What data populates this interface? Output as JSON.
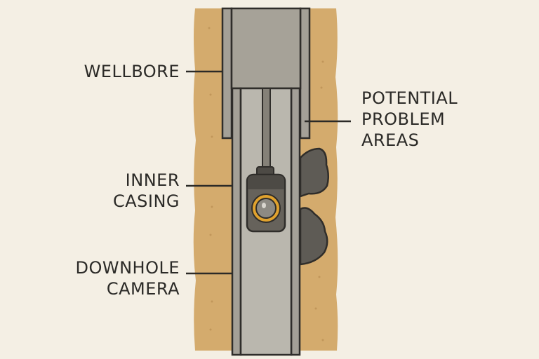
{
  "labels": {
    "wellbore": "WELLBORE",
    "potential_problem_areas": [
      "POTENTIAL",
      "PROBLEM",
      "AREAS"
    ],
    "inner_casing": [
      "INNER",
      "CASING"
    ],
    "downhole_camera": [
      "DOWNHOLE",
      "CAMERA"
    ]
  },
  "colors": {
    "background": "#f4efe4",
    "earth": "#d4ab6d",
    "casing": "#a4a097",
    "bore": "#bab7ae",
    "rock": "#5e5b55",
    "camera": "#4d4a45",
    "lens_ring": "#e0a22e",
    "outline": "#2f2d2a"
  }
}
